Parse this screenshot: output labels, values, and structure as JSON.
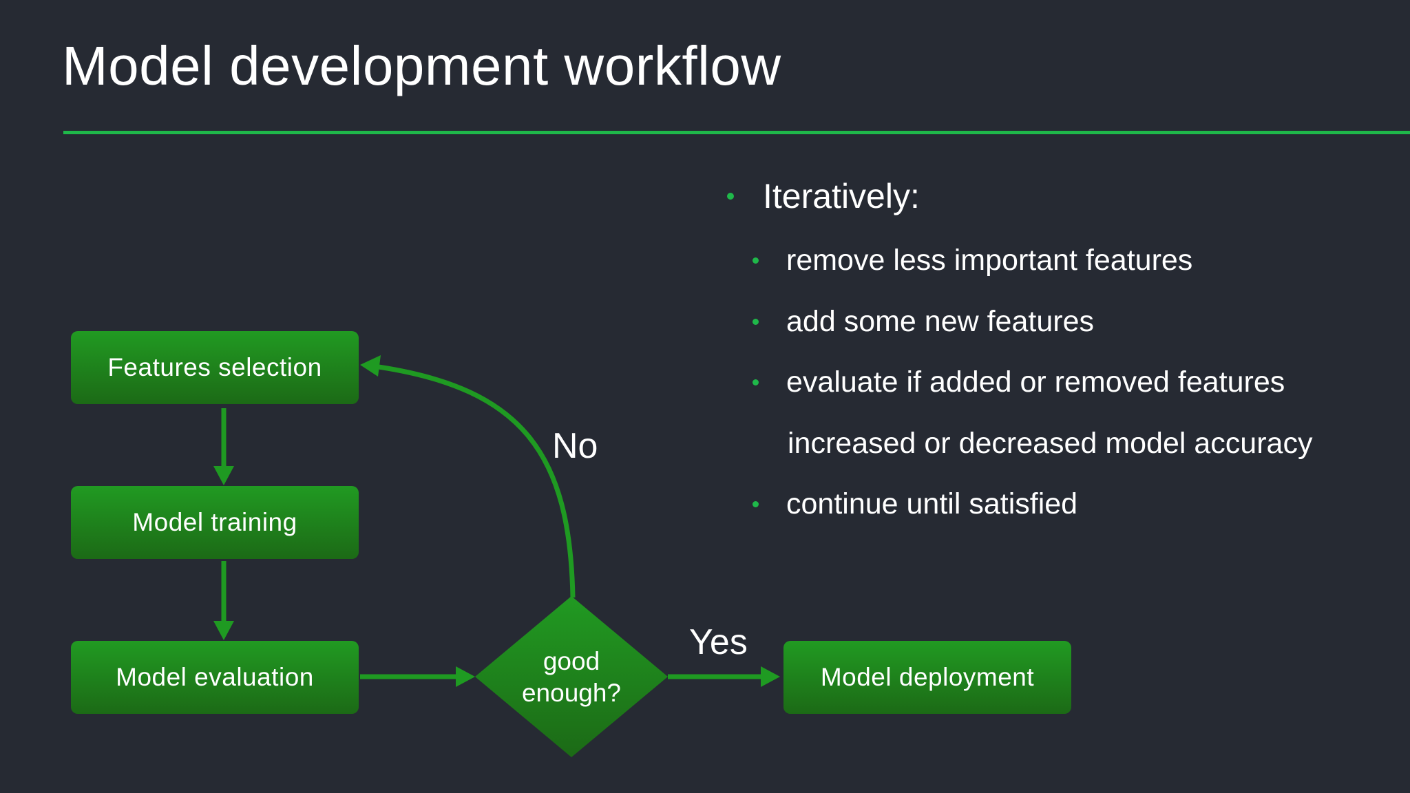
{
  "title": "Model development workflow",
  "colors": {
    "background": "#262a33",
    "accent": "#1fb84a",
    "node_fill_top": "#219a22",
    "node_fill_bottom": "#1c6a16",
    "arrow": "#1f9a22",
    "text": "#ffffff"
  },
  "bullets": {
    "heading": "Iteratively:",
    "items": [
      "remove less important features",
      "add some new features",
      "evaluate if added or removed features",
      "increased or decreased model accuracy",
      "continue until satisfied"
    ]
  },
  "diagram": {
    "nodes": {
      "features_selection": "Features selection",
      "model_training": "Model training",
      "model_evaluation": "Model evaluation",
      "model_deployment": "Model deployment"
    },
    "decision": {
      "line1": "good",
      "line2": "enough?"
    },
    "edges": {
      "no": "No",
      "yes": "Yes"
    }
  }
}
